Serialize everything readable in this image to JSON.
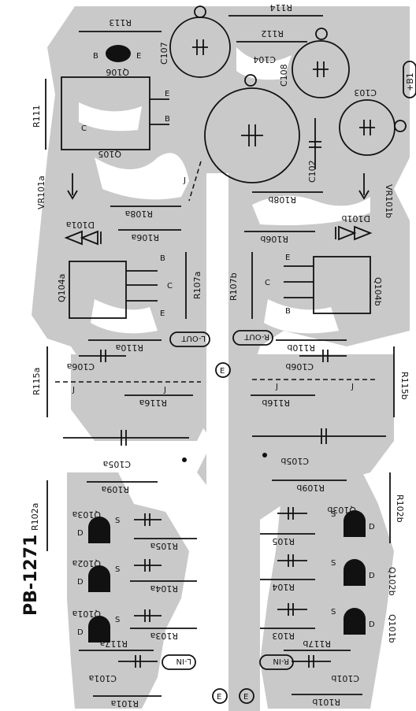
{
  "board": {
    "title": "PB-1271",
    "supply_label": "+B1",
    "ground_symbol": "E"
  },
  "resistors": [
    {
      "id": "r113",
      "text": "R113"
    },
    {
      "id": "r114",
      "text": "R114"
    },
    {
      "id": "r112",
      "text": "R112"
    },
    {
      "id": "r111",
      "text": "R111"
    },
    {
      "id": "r108a",
      "text": "R108a"
    },
    {
      "id": "r108b",
      "text": "R108b"
    },
    {
      "id": "r106a",
      "text": "R106a"
    },
    {
      "id": "r106b",
      "text": "R106b"
    },
    {
      "id": "r107a",
      "text": "R107a"
    },
    {
      "id": "r107b",
      "text": "R107b"
    },
    {
      "id": "r110a",
      "text": "R110a"
    },
    {
      "id": "r110b",
      "text": "R110b"
    },
    {
      "id": "r115a",
      "text": "R115a"
    },
    {
      "id": "r115b",
      "text": "R115b"
    },
    {
      "id": "r116a",
      "text": "R116a"
    },
    {
      "id": "r116b",
      "text": "R116b"
    },
    {
      "id": "r109a",
      "text": "R109a"
    },
    {
      "id": "r109b",
      "text": "R109b"
    },
    {
      "id": "r102a",
      "text": "R102a"
    },
    {
      "id": "r102b",
      "text": "R102b"
    },
    {
      "id": "r105a",
      "text": "R105a"
    },
    {
      "id": "r105",
      "text": "R105"
    },
    {
      "id": "r104a",
      "text": "R104a"
    },
    {
      "id": "r104",
      "text": "R104"
    },
    {
      "id": "r103a",
      "text": "R103a"
    },
    {
      "id": "r103",
      "text": "R103"
    },
    {
      "id": "r117a",
      "text": "R117a"
    },
    {
      "id": "r117b",
      "text": "R117b"
    },
    {
      "id": "r101a",
      "text": "R101a"
    },
    {
      "id": "r101b",
      "text": "R101b"
    }
  ],
  "capacitors": [
    {
      "id": "c107",
      "text": "C107"
    },
    {
      "id": "c104",
      "text": "C104"
    },
    {
      "id": "c108",
      "text": "C108"
    },
    {
      "id": "c103",
      "text": "C103"
    },
    {
      "id": "c102",
      "text": "C102"
    },
    {
      "id": "c106a",
      "text": "C106a"
    },
    {
      "id": "c106b",
      "text": "C106b"
    },
    {
      "id": "c105a",
      "text": "C105a"
    },
    {
      "id": "c105b",
      "text": "C105b"
    },
    {
      "id": "c101a",
      "text": "C101a"
    },
    {
      "id": "c101b",
      "text": "C101b"
    }
  ],
  "transistors": [
    {
      "id": "q106",
      "text": "Q106"
    },
    {
      "id": "q105",
      "text": "Q105"
    },
    {
      "id": "q104a",
      "text": "Q104a"
    },
    {
      "id": "q104b",
      "text": "Q104b"
    },
    {
      "id": "q103a",
      "text": "Q103a"
    },
    {
      "id": "q103b",
      "text": "Q103b"
    },
    {
      "id": "q102a",
      "text": "Q102a"
    },
    {
      "id": "q102b",
      "text": "Q102b"
    },
    {
      "id": "q101a",
      "text": "Q101a"
    },
    {
      "id": "q101b",
      "text": "Q101b"
    }
  ],
  "diodes": [
    {
      "id": "d101a",
      "text": "D101a"
    },
    {
      "id": "d101b",
      "text": "D101b"
    }
  ],
  "pots": [
    {
      "id": "vr101a",
      "text": "VR101a"
    },
    {
      "id": "vr101b",
      "text": "VR101b"
    }
  ],
  "terminals": [
    {
      "id": "lout",
      "text": "L-OUT"
    },
    {
      "id": "rout",
      "text": "R-OUT"
    },
    {
      "id": "lin",
      "text": "L-IN"
    },
    {
      "id": "rin",
      "text": "R-IN"
    }
  ],
  "pins": {
    "B": "B",
    "C": "C",
    "E": "E",
    "S": "S",
    "D": "D",
    "J": "J",
    "plus": "+"
  }
}
